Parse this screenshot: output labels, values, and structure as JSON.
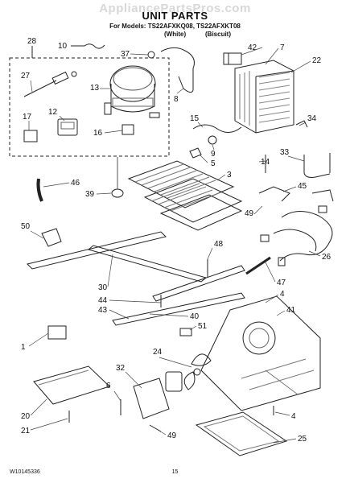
{
  "header": {
    "watermark": "AppliancePartsPros.com",
    "title": "UNIT PARTS",
    "models": "For Models: TS22AFXKQ08, TS22AFXKT08",
    "variant_white": "(White)",
    "variant_biscuit": "(Biscuit)"
  },
  "callouts": [
    {
      "n": "28"
    },
    {
      "n": "10"
    },
    {
      "n": "37"
    },
    {
      "n": "42"
    },
    {
      "n": "7"
    },
    {
      "n": "22"
    },
    {
      "n": "27"
    },
    {
      "n": "13"
    },
    {
      "n": "8"
    },
    {
      "n": "12"
    },
    {
      "n": "17"
    },
    {
      "n": "16"
    },
    {
      "n": "15"
    },
    {
      "n": "9"
    },
    {
      "n": "34"
    },
    {
      "n": "5"
    },
    {
      "n": "33"
    },
    {
      "n": "14"
    },
    {
      "n": "3"
    },
    {
      "n": "46"
    },
    {
      "n": "39"
    },
    {
      "n": "45"
    },
    {
      "n": "49"
    },
    {
      "n": "50"
    },
    {
      "n": "48"
    },
    {
      "n": "26"
    },
    {
      "n": "30"
    },
    {
      "n": "47"
    },
    {
      "n": "44"
    },
    {
      "n": "43"
    },
    {
      "n": "4"
    },
    {
      "n": "41"
    },
    {
      "n": "40"
    },
    {
      "n": "51"
    },
    {
      "n": "1"
    },
    {
      "n": "24"
    },
    {
      "n": "32"
    },
    {
      "n": "6"
    },
    {
      "n": "20"
    },
    {
      "n": "4"
    },
    {
      "n": "21"
    },
    {
      "n": "49"
    },
    {
      "n": "25"
    }
  ],
  "footer": {
    "doc_number": "W10145336",
    "page": "15"
  }
}
